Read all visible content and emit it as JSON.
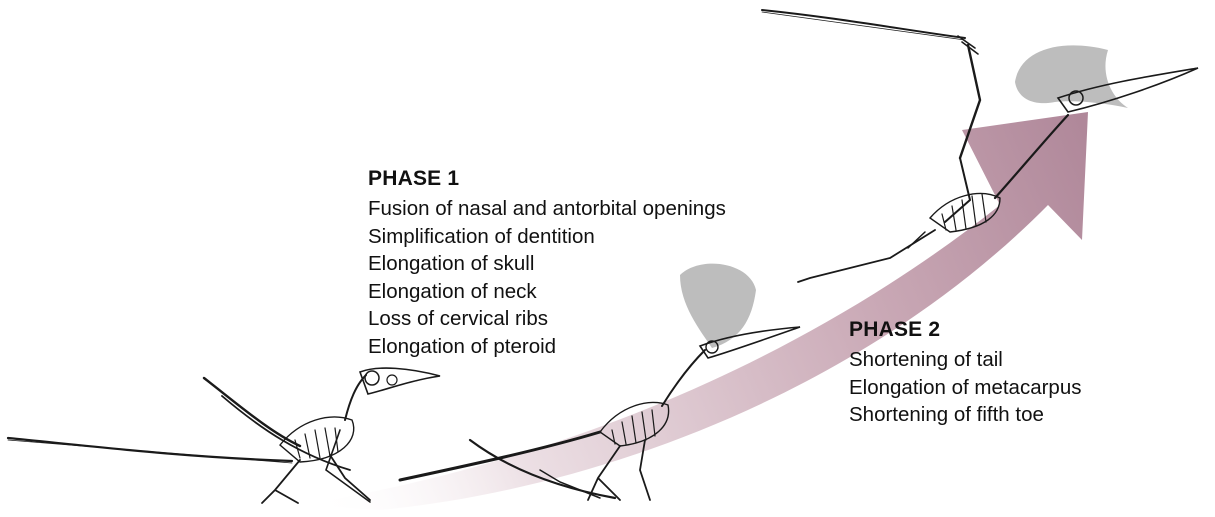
{
  "phase1": {
    "title": "PHASE 1",
    "changes": [
      "Fusion of nasal and antorbital openings",
      "Simplification of dentition",
      "Elongation of skull",
      "Elongation of neck",
      "Loss of cervical ribs",
      "Elongation of pteroid"
    ]
  },
  "phase2": {
    "title": "PHASE 2",
    "changes": [
      "Shortening of tail",
      "Elongation of metacarpus",
      "Shortening of fifth toe"
    ]
  },
  "colors": {
    "arrow_start": "#ffffff",
    "arrow_end": "#b48a9a",
    "crest": "#bdbdbd",
    "bone_stroke": "#1a1a1a",
    "text": "#111111"
  }
}
